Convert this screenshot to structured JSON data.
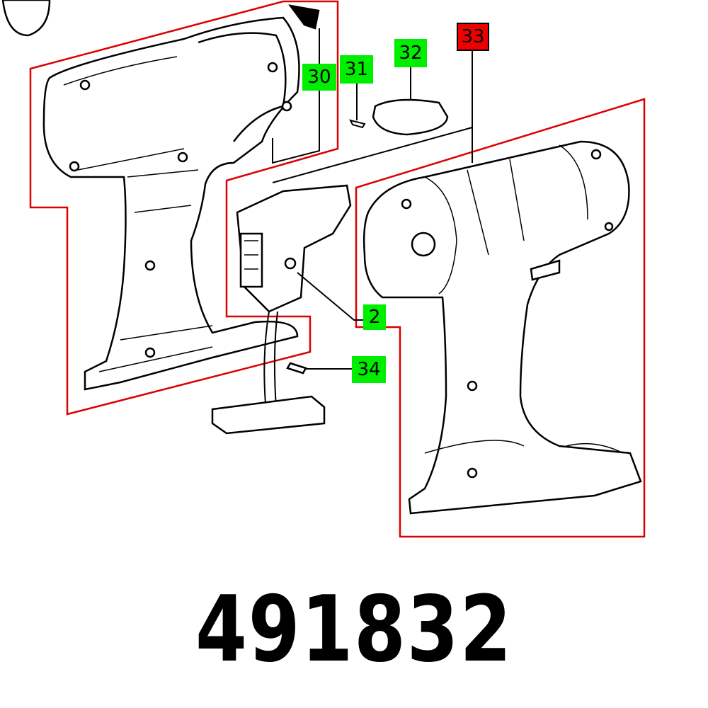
{
  "part_number": "491832",
  "callouts": [
    {
      "id": "30",
      "color": "#00ee00"
    },
    {
      "id": "31",
      "color": "#00ee00"
    },
    {
      "id": "32",
      "color": "#00ee00"
    },
    {
      "id": "33",
      "color": "#ee0000"
    },
    {
      "id": "2",
      "color": "#00ee00"
    },
    {
      "id": "34",
      "color": "#00ee00"
    }
  ],
  "group_outline_color": "#dd0000"
}
